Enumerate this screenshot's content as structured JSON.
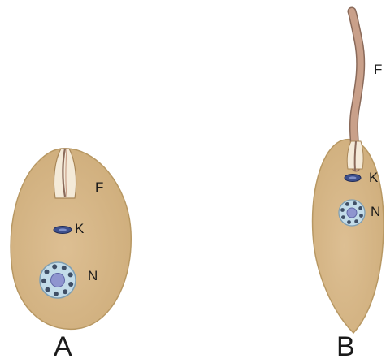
{
  "panels": [
    {
      "id": "A",
      "label": "A",
      "structures": {
        "flagellum": "F",
        "kinetoplast": "K",
        "nucleus": "N"
      }
    },
    {
      "id": "B",
      "label": "B",
      "structures": {
        "flagellum": "F",
        "kinetoplast": "K",
        "nucleus": "N"
      }
    }
  ],
  "colors": {
    "cell_fill": "#d7b88a",
    "cell_edge": "#b89863",
    "flagellum": "#c9a08a",
    "flagellum_edge": "#8a6a5a",
    "kinetoplast": "#3d4f8c",
    "nucleus_fill": "#c3dce9",
    "nucleolus": "#8f95cf",
    "chromatin": "#3f4f66"
  }
}
